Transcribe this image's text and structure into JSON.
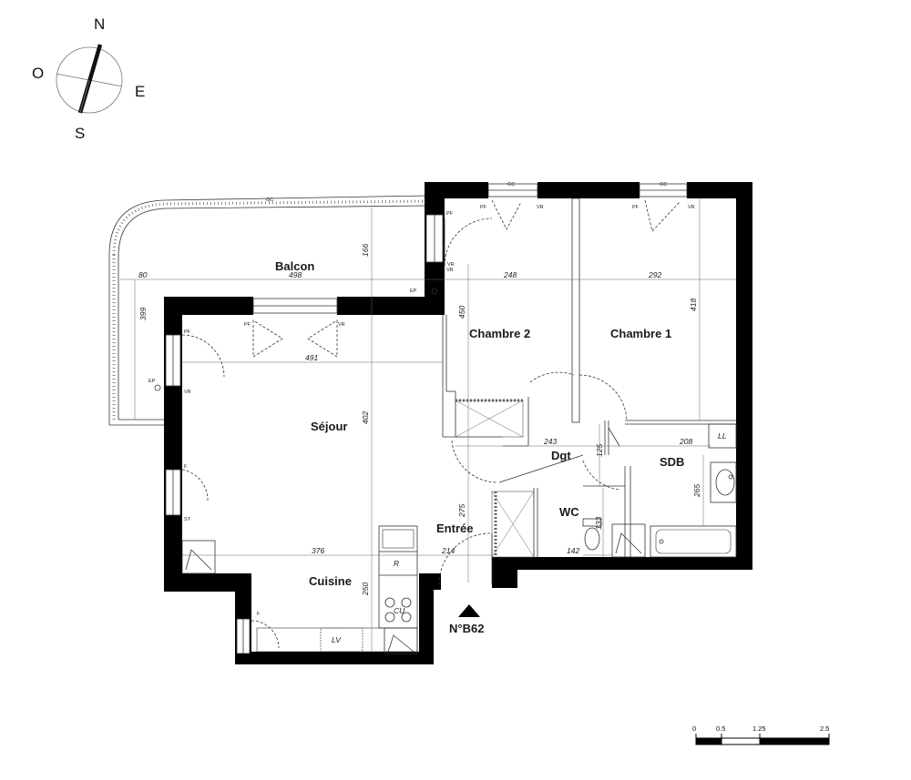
{
  "compass": {
    "north": "N",
    "south": "S",
    "east": "E",
    "west": "O"
  },
  "rooms": {
    "balcon": "Balcon",
    "chambre2": "Chambre 2",
    "chambre1": "Chambre 1",
    "sejour": "Séjour",
    "cuisine": "Cuisine",
    "entree": "Entrée",
    "dgt": "Dgt",
    "wc": "WC",
    "sdb": "SDB"
  },
  "dimensions": {
    "balcon_width": "498",
    "balcon_left": "80",
    "balcon_depth": "166",
    "balcon_side": "399",
    "sejour_width": "491",
    "sejour_depth": "402",
    "cuisine_width": "376",
    "cuisine_depth": "250",
    "entree_width": "214",
    "entree_depth": "275",
    "chambre2_width": "248",
    "chambre2_depth": "450",
    "chambre1_width": "292",
    "chambre1_depth": "418",
    "dgt_width": "243",
    "dgt_depth": "125",
    "sdb_width": "208",
    "sdb_depth": "265",
    "wc_width": "142",
    "wc_depth": "133"
  },
  "labels": {
    "gc": "GC",
    "pf": "PF",
    "vr": "VR",
    "ep": "EP",
    "f": "F",
    "st": "ST",
    "ll": "LL",
    "lv": "LV",
    "r": "R",
    "cu": "CU"
  },
  "unit_number": "N°B62",
  "scale": {
    "t0": "0",
    "t1": "0.5",
    "t2": "1.25",
    "t3": "2.5"
  }
}
